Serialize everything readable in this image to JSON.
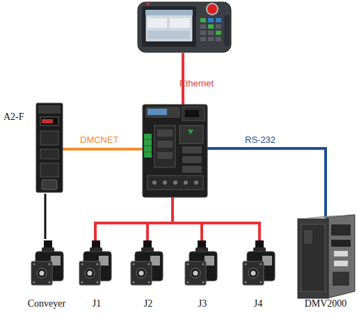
{
  "diagram": {
    "nodes": [
      {
        "text": [
          "A2-F"
        ]
      },
      {
        "text": [
          "Conveyer"
        ]
      },
      {
        "text": [
          "J1"
        ]
      },
      {
        "text": [
          "J2"
        ]
      },
      {
        "text": [
          "J3"
        ]
      },
      {
        "text": [
          "J4"
        ]
      },
      {
        "text": [
          "DMV2000"
        ]
      }
    ],
    "edges": [
      {
        "from": 0,
        "to": 1,
        "arrow": "none"
      }
    ],
    "labels": [
      "Ethernet",
      "DMCNET",
      "RS-232"
    ]
  }
}
